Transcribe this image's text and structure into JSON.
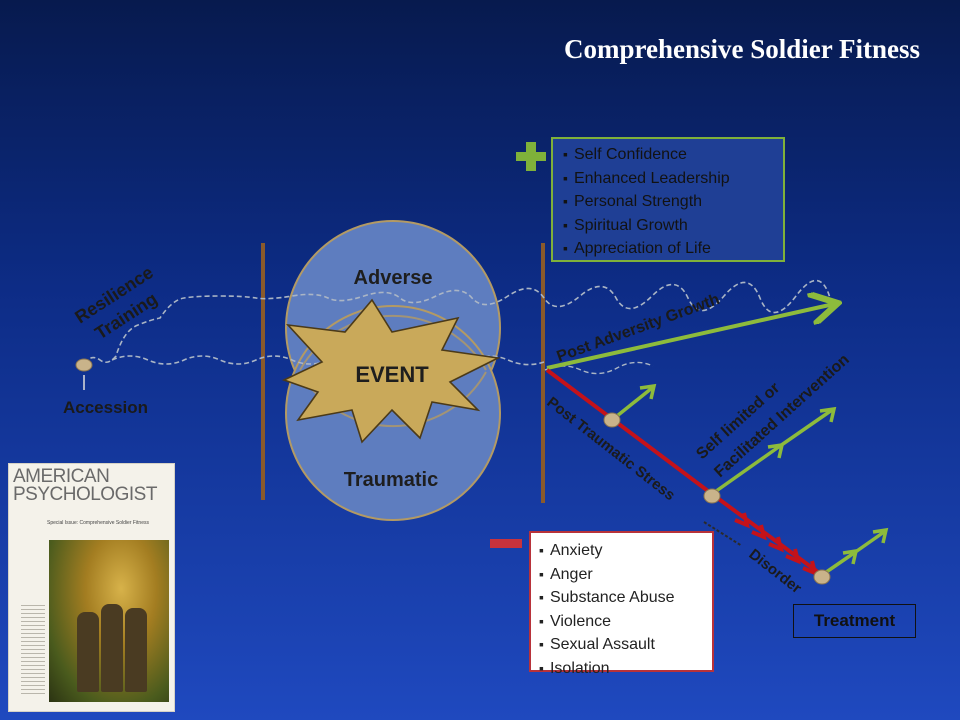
{
  "title": "Comprehensive Soldier Fitness",
  "labels": {
    "resilience": "Resilience",
    "training": "Training",
    "accession": "Accession",
    "adverse": "Adverse",
    "traumatic": "Traumatic",
    "event": "EVENT",
    "post_adversity_growth": "Post Adversity Growth",
    "post_traumatic_stress": "Post Traumatic Stress",
    "disorder": "Disorder",
    "self_limited": "Self limited or",
    "facilitated": "Facilitated Intervention",
    "treatment": "Treatment"
  },
  "positive_outcomes": [
    "Self Confidence",
    "Enhanced Leadership",
    "Personal Strength",
    "Spiritual Growth",
    "Appreciation of Life"
  ],
  "negative_outcomes": [
    "Anxiety",
    "Anger",
    "Substance Abuse",
    "Violence",
    "Sexual Assault",
    "Isolation"
  ],
  "journal_cover": {
    "masthead_line1": "AMERICAN",
    "masthead_line2": "PSYCHOLOGIST",
    "issue": "Special Issue: Comprehensive Soldier Fitness"
  },
  "colors": {
    "background": "#0d2c86",
    "growth_arrow": "#8dbb3c",
    "stress_arrow": "#c4121a",
    "circle_fill": "#5e7dbf",
    "event_star": "#c9a95a",
    "bar": "#8a5a2b",
    "plus_sign": "#7fb13a",
    "minus_sign": "#c8323c"
  }
}
